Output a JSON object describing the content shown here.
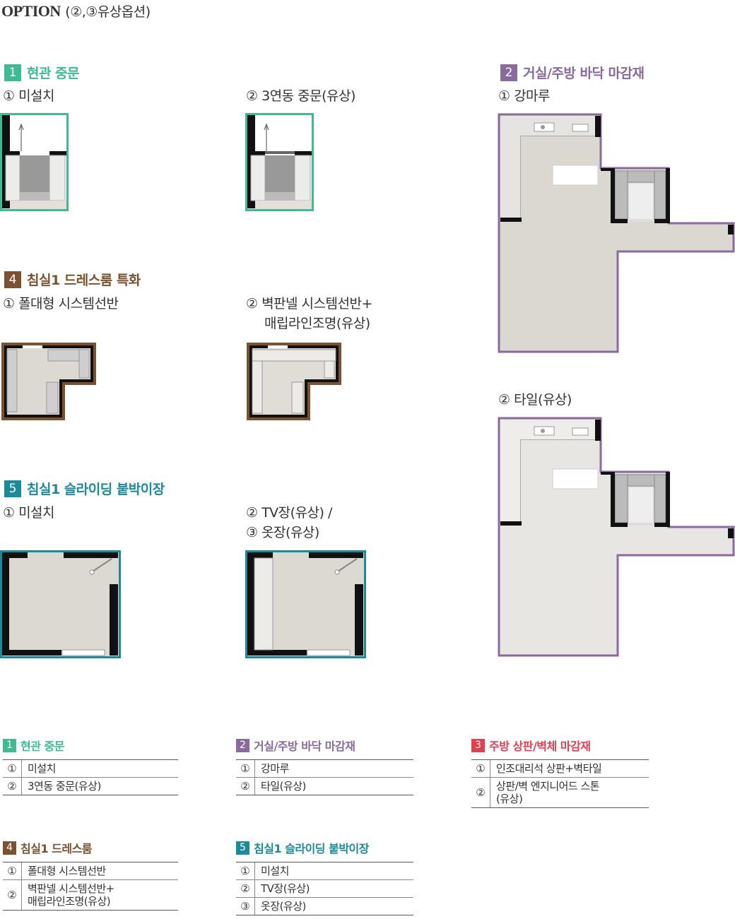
{
  "title": {
    "main": "OPTION",
    "sub": "(②,③유상옵션)"
  },
  "colors": {
    "green": "#3dbb92",
    "purple": "#8a6a9e",
    "brown": "#7b5230",
    "teal": "#1b8a9a",
    "red": "#e04050"
  },
  "s1": {
    "num": "1",
    "label": "현관 중문",
    "opt1": "① 미설치",
    "opt2": "② 3연동 중문(유상)"
  },
  "s2": {
    "num": "2",
    "label": "거실/주방 바닥 마감재",
    "opt1": "① 강마루",
    "opt2": "② 타일(유상)"
  },
  "s4": {
    "num": "4",
    "label": "침실1 드레스룸 특화",
    "opt1": "① 폴대형 시스템선반",
    "opt2a": "② 벽판넬 시스템선반+",
    "opt2b": "매립라인조명(유상)"
  },
  "s5": {
    "num": "5",
    "label": "침실1 슬라이딩 붙박이장",
    "opt1": "① 미설치",
    "opt2": "② TV장(유상) /",
    "opt3": "③ 옷장(유상)"
  },
  "tables": {
    "t1": {
      "num": "1",
      "label": "현관 중문",
      "rows": [
        {
          "n": "①",
          "t": "미설치"
        },
        {
          "n": "②",
          "t": "3연동 중문(유상)"
        }
      ]
    },
    "t2": {
      "num": "2",
      "label": "거실/주방 바닥 마감재",
      "rows": [
        {
          "n": "①",
          "t": "강마루"
        },
        {
          "n": "②",
          "t": "타일(유상)"
        }
      ]
    },
    "t3": {
      "num": "3",
      "label": "주방 상판/벽체 마감재",
      "rows": [
        {
          "n": "①",
          "t": "인조대리석 상판+벽타일"
        },
        {
          "n": "②",
          "t": "상판/벽 엔지니어드 스톤",
          "t2": "(유상)"
        }
      ]
    },
    "t4": {
      "num": "4",
      "label": "침실1 드레스룸",
      "rows": [
        {
          "n": "①",
          "t": "폴대형 시스템선반"
        },
        {
          "n": "②",
          "t": "벽판넬 시스템선반+",
          "t2": "매립라인조명(유상)"
        }
      ]
    },
    "t5": {
      "num": "5",
      "label": "침실1 슬라이딩 붙박이장",
      "rows": [
        {
          "n": "①",
          "t": "미설치"
        },
        {
          "n": "②",
          "t": "TV장(유상)"
        },
        {
          "n": "③",
          "t": "옷장(유상)"
        }
      ]
    }
  }
}
